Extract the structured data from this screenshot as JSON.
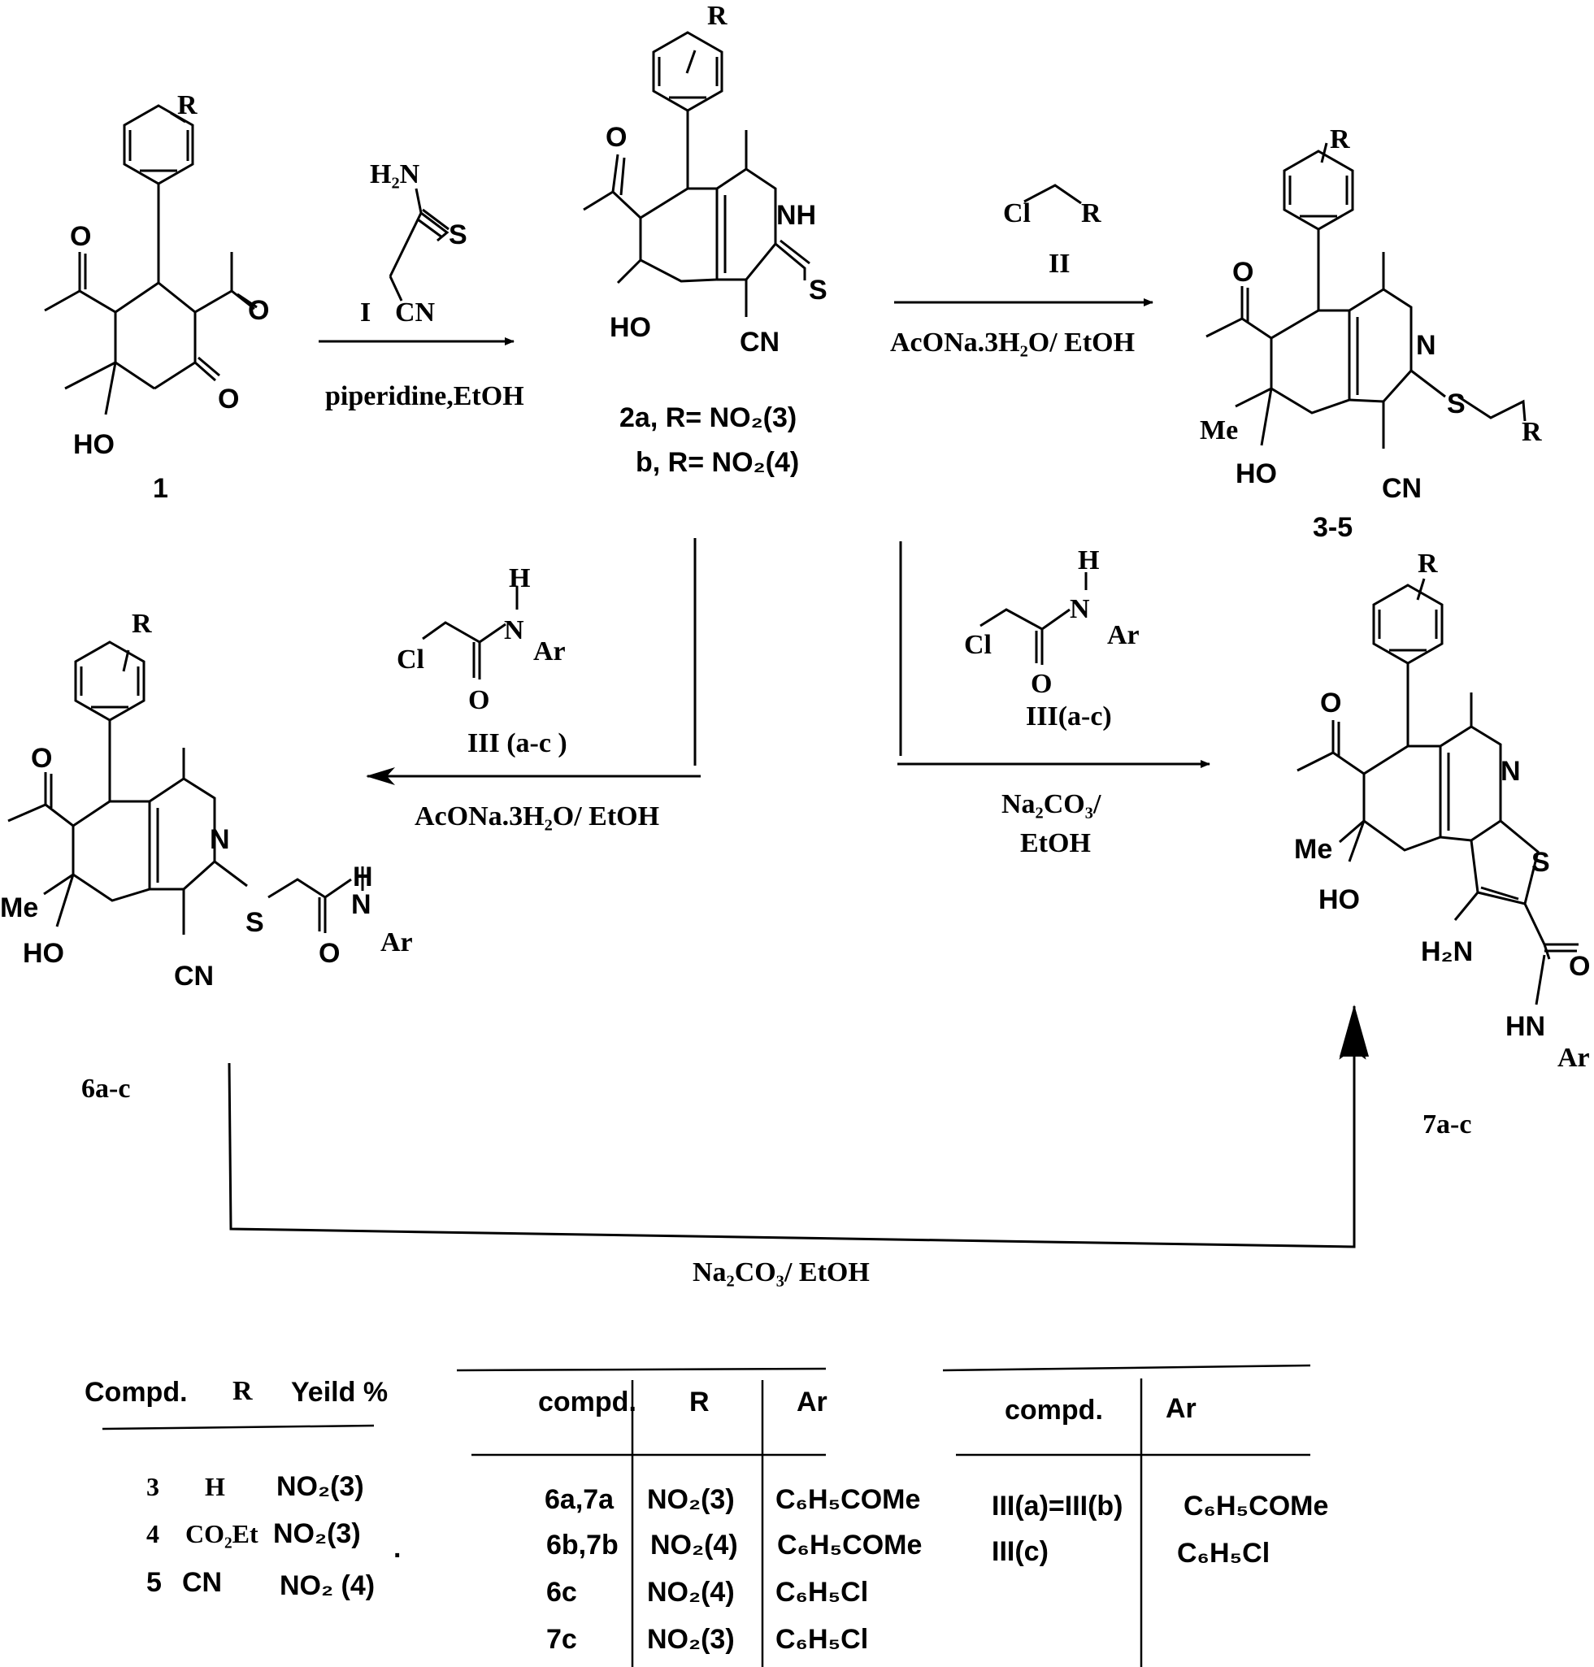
{
  "compounds": {
    "c1": {
      "label": "1",
      "substituent": "R",
      "ketone_o": "O",
      "hydroxyl": "HO"
    },
    "c2": {
      "line_a": "2a, R= NO₂(3)",
      "line_b": "b, R= NO₂(4)",
      "substituent": "R",
      "ketone_o": "O",
      "nh": "NH",
      "thione": "S",
      "hydroxyl": "HO",
      "nitrile": "CN"
    },
    "c35": {
      "label": "3-5",
      "substituent": "R",
      "ketone_o": "O",
      "ring_n": "N",
      "sulfur": "S",
      "side_r": "R",
      "methyl": "Me",
      "hydroxyl": "HO",
      "nitrile": "CN"
    },
    "c6": {
      "label": "6a-c",
      "substituent": "R",
      "ketone_o": "O",
      "ring_n": "N",
      "sulfur": "S",
      "amide_h": "H",
      "amide_n": "N",
      "amide_ar": "Ar",
      "amide_o": "O",
      "methyl": "Me",
      "hydroxyl": "HO",
      "nitrile": "CN"
    },
    "c7": {
      "label": "7a-c",
      "substituent": "R",
      "ketone_o": "O",
      "ring_n": "N",
      "sulfur": "S",
      "methyl": "Me",
      "hydroxyl": "HO",
      "amine": "H₂N",
      "amide_o": "O",
      "amide_hn": "HN",
      "amide_ar": "Ar"
    }
  },
  "reagents": {
    "r1": {
      "amine": "H₂N",
      "thio": "S",
      "label": "I",
      "cn": "CN",
      "conditions": "piperidine,EtOH"
    },
    "r2": {
      "cl": "Cl",
      "r": "R",
      "label": "II",
      "conditions": "AcONa.3H₂O/ EtOH"
    },
    "r3": {
      "h": "H",
      "n": "N",
      "ar": "Ar",
      "cl": "Cl",
      "o": "O",
      "label": "III (a-c )",
      "conditions": "AcONa.3H₂O/ EtOH"
    },
    "r4": {
      "h": "H",
      "n": "N",
      "ar": "Ar",
      "cl": "Cl",
      "o": "O",
      "label": "III(a-c)",
      "conditions_1": "Na₂CO₃/",
      "conditions_2": "EtOH"
    },
    "r5": {
      "conditions": "Na₂CO₃/ EtOH"
    }
  },
  "tables": {
    "t1": {
      "headers": [
        "Compd.",
        "R",
        "Yeild %"
      ],
      "rows": [
        [
          "3",
          "H",
          "NO₂(3)"
        ],
        [
          "4",
          "CO₂Et",
          "NO₂(3)"
        ],
        [
          "5",
          "CN",
          "NO₂ (4)"
        ]
      ],
      "dot": "."
    },
    "t2": {
      "headers": [
        "compd.",
        "R",
        "Ar"
      ],
      "rows": [
        [
          "6a,7a",
          "NO₂(3)",
          "C₆H₅COMe"
        ],
        [
          "6b,7b",
          "NO₂(4)",
          "C₆H₅COMe"
        ],
        [
          "6c",
          "NO₂(4)",
          "C₆H₅Cl"
        ],
        [
          "7c",
          "NO₂(3)",
          "C₆H₅Cl"
        ]
      ]
    },
    "t3": {
      "headers": [
        "compd.",
        "Ar"
      ],
      "rows": [
        [
          "III(a)=III(b)",
          "C₆H₅COMe"
        ],
        [
          "III(c)",
          "C₆H₅Cl"
        ]
      ]
    }
  }
}
